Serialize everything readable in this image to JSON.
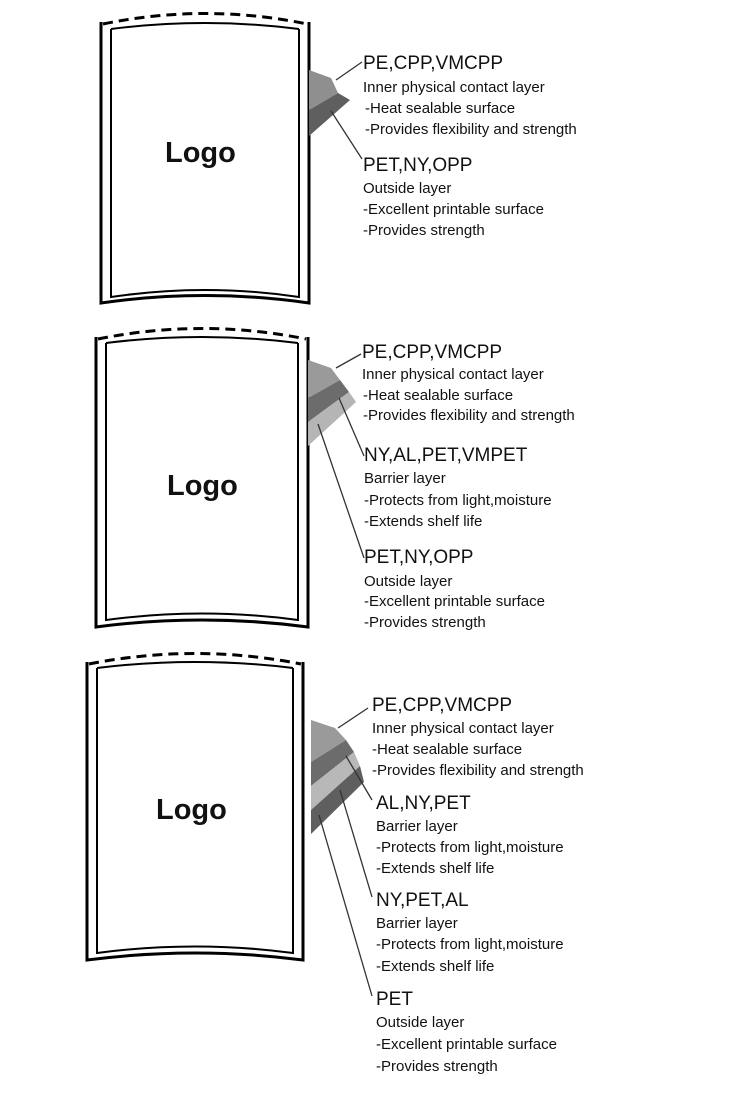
{
  "diagrams": [
    {
      "logo": "Logo",
      "layers": [
        {
          "title": "PE,CPP,VMCPP",
          "desc": "Inner physical contact layer",
          "points": [
            "-Heat sealable surface",
            "-Provides flexibility and strength"
          ]
        },
        {
          "title": "PET,NY,OPP",
          "desc": "Outside layer",
          "points": [
            " -Excellent printable surface",
            " -Provides strength"
          ]
        }
      ]
    },
    {
      "logo": "Logo",
      "layers": [
        {
          "title": "PE,CPP,VMCPP",
          "desc": "Inner physical contact layer",
          "points": [
            "-Heat sealable surface",
            "-Provides flexibility and strength"
          ]
        },
        {
          "title": "NY,AL,PET,VMPET",
          "desc": "Barrier layer",
          "points": [
            "-Protects from light,moisture",
            "-Extends shelf life"
          ]
        },
        {
          "title": "PET,NY,OPP",
          "desc": "Outside layer",
          "points": [
            " -Excellent printable surface",
            " -Provides strength"
          ]
        }
      ]
    },
    {
      "logo": "Logo",
      "layers": [
        {
          "title": "PE,CPP,VMCPP",
          "desc": "Inner physical contact layer",
          "points": [
            " -Heat sealable surface",
            " -Provides flexibility and strength"
          ]
        },
        {
          "title": "AL,NY,PET",
          "desc": "Barrier layer",
          "points": [
            " -Protects from light,moisture",
            " -Extends shelf life"
          ]
        },
        {
          "title": "NY,PET,AL",
          "desc": "Barrier layer",
          "points": [
            " -Protects from light,moisture",
            " -Extends shelf life"
          ]
        },
        {
          "title": "PET",
          "desc": "Outside layer",
          "points": [
            " -Excellent printable surface",
            " -Provides strength"
          ]
        }
      ]
    }
  ],
  "colors": {
    "layer_light": "#b9b9b9",
    "layer_mid": "#959595",
    "layer_dark": "#6a6a6a",
    "outline": "#000000"
  }
}
